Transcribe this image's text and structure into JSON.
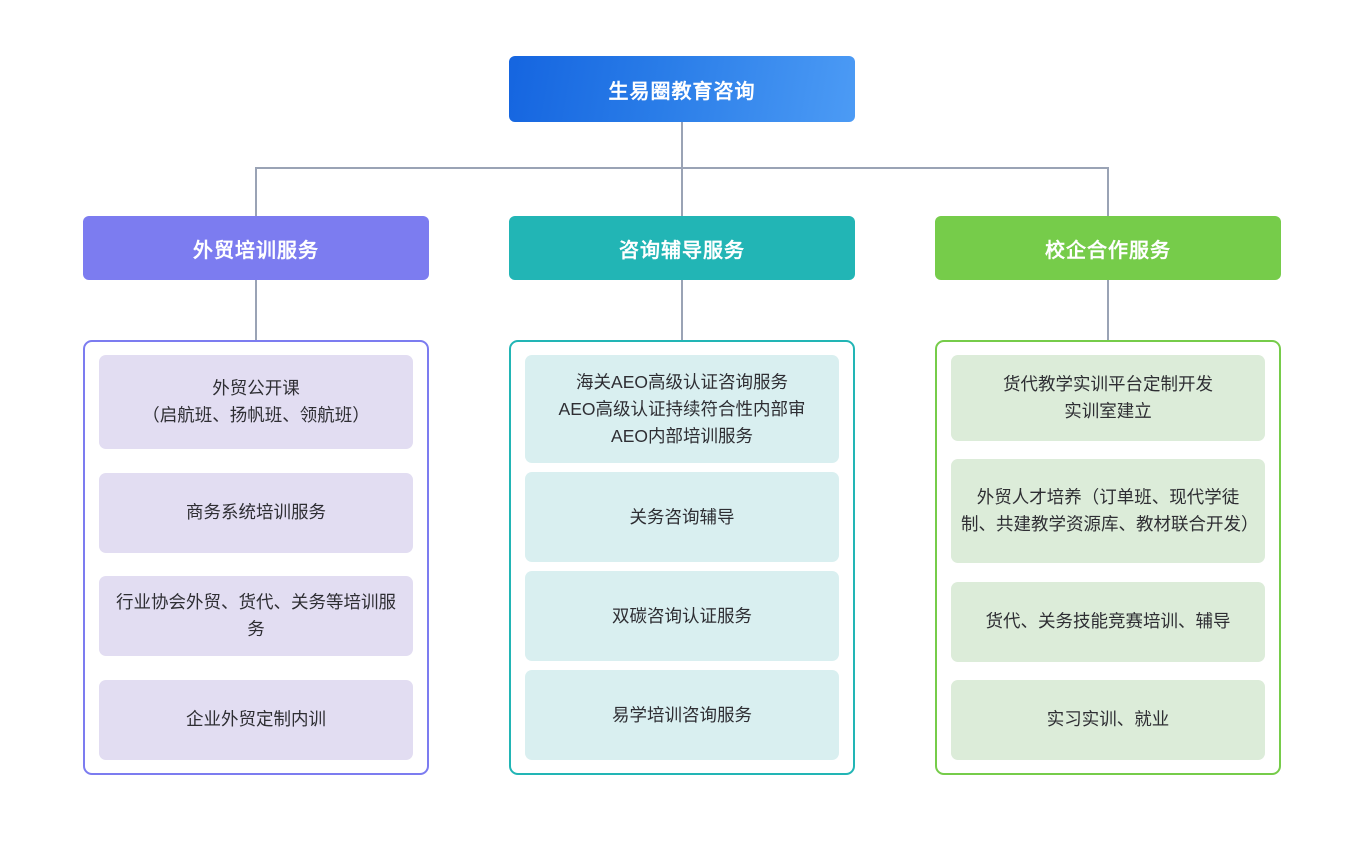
{
  "chart_data": {
    "type": "diagram",
    "diagram_type": "organizational-tree",
    "title": "生易圈教育咨询",
    "orientation": "top-down",
    "levels": 3,
    "root": {
      "label": "生易圈教育咨询",
      "color": "#2a7de8",
      "gradient_from": "#1565e0",
      "gradient_to": "#4c9bf5"
    },
    "connector_color": "#9aa3b5",
    "background": "#ffffff",
    "branches": [
      {
        "label": "外贸培训服务",
        "header_color": "#7c7cf0",
        "border_color": "#7c7cf0",
        "item_bg": "#e2ddf2",
        "items": [
          "外贸公开课\n（启航班、扬帆班、领航班）",
          "商务系统培训服务",
          "行业协会外贸、货代、关务等培训服务",
          "企业外贸定制内训"
        ]
      },
      {
        "label": "咨询辅导服务",
        "header_color": "#22b5b5",
        "border_color": "#22b5b5",
        "item_bg": "#d9eff0",
        "items": [
          "海关AEO高级认证咨询服务\nAEO高级认证持续符合性内部审\nAEO内部培训服务",
          "关务咨询辅导",
          "双碳咨询认证服务",
          "易学培训咨询服务"
        ]
      },
      {
        "label": "校企合作服务",
        "header_color": "#76cc4a",
        "border_color": "#76cc4a",
        "item_bg": "#dcecd9",
        "items": [
          "货代教学实训平台定制开发\n实训室建立",
          "外贸人才培养（订单班、现代学徒制、共建教学资源库、教材联合开发）",
          "货代、关务技能竞赛培训、辅导",
          "实习实训、就业"
        ]
      }
    ]
  }
}
